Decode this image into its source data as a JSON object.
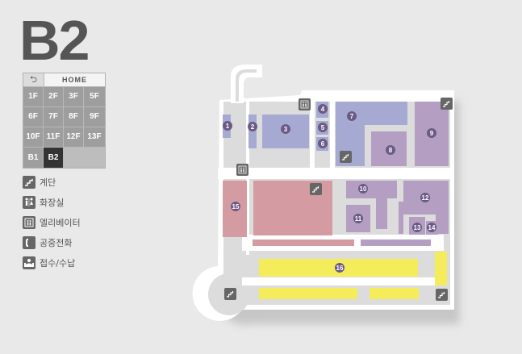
{
  "floor_title": "B2",
  "nav": {
    "back_label": "⮌",
    "home_label": "HOME",
    "floors": [
      {
        "label": "1F",
        "active": false
      },
      {
        "label": "2F",
        "active": false
      },
      {
        "label": "3F",
        "active": false
      },
      {
        "label": "5F",
        "active": false
      },
      {
        "label": "6F",
        "active": false
      },
      {
        "label": "7F",
        "active": false
      },
      {
        "label": "8F",
        "active": false
      },
      {
        "label": "9F",
        "active": false
      },
      {
        "label": "10F",
        "active": false
      },
      {
        "label": "11F",
        "active": false
      },
      {
        "label": "12F",
        "active": false
      },
      {
        "label": "13F",
        "active": false
      },
      {
        "label": "B1",
        "active": false
      },
      {
        "label": "B2",
        "active": true
      }
    ]
  },
  "legend": [
    {
      "icon": "stairs-icon",
      "label": "계단"
    },
    {
      "icon": "restroom-icon",
      "label": "화장실"
    },
    {
      "icon": "elevator-icon",
      "label": "엘리베이터"
    },
    {
      "icon": "phone-icon",
      "label": "공중전화"
    },
    {
      "icon": "reception-icon",
      "label": "접수/수납"
    }
  ],
  "colors": {
    "blue_room": "#a6aad2",
    "purple_room": "#b49fc2",
    "pink_room": "#d49ca2",
    "yellow_room": "#f5ec5c",
    "marker": "#6b5a86",
    "wall": "#ffffff",
    "icon_bg": "#666666"
  },
  "rooms": [
    {
      "number": "1"
    },
    {
      "number": "2"
    },
    {
      "number": "3"
    },
    {
      "number": "4"
    },
    {
      "number": "5"
    },
    {
      "number": "6"
    },
    {
      "number": "7"
    },
    {
      "number": "8"
    },
    {
      "number": "9"
    },
    {
      "number": "10"
    },
    {
      "number": "11"
    },
    {
      "number": "12"
    },
    {
      "number": "13"
    },
    {
      "number": "14"
    },
    {
      "number": "15"
    },
    {
      "number": "16"
    }
  ]
}
